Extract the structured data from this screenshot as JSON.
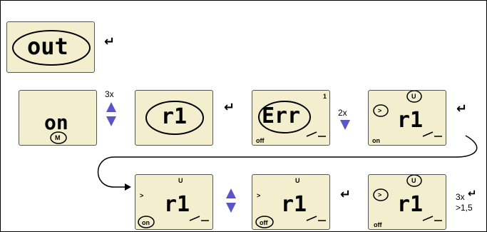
{
  "caption": "… … … … … … … … …",
  "screens": {
    "out": {
      "text": "out"
    },
    "on": {
      "text": "on",
      "badge": "M"
    },
    "r1": {
      "text": "r1"
    },
    "err": {
      "text": "Err",
      "top": "1",
      "bottom": "off"
    },
    "r1_on": {
      "text": "r1",
      "top": "U",
      "bottom": "on",
      "left": ">"
    },
    "r1_a": {
      "text": "r1",
      "top": "U",
      "bottom": "on",
      "left": ">"
    },
    "r1_b": {
      "text": "r1",
      "top": "U",
      "bottom": "off",
      "left": ">"
    },
    "r1_c": {
      "text": "r1",
      "top": "U",
      "bottom": "off",
      "left": ">"
    }
  },
  "notes": {
    "n3x": "3x",
    "n2x": "2x",
    "n3x_end": "3x",
    "n15": ">1,5"
  },
  "icons": {
    "enter": "return-arrow",
    "updown": "up-down-triangles",
    "down": "down-triangle"
  },
  "colors": {
    "lcd": "#f3efce",
    "triangle": "#5a55c8",
    "border": "#555555"
  }
}
